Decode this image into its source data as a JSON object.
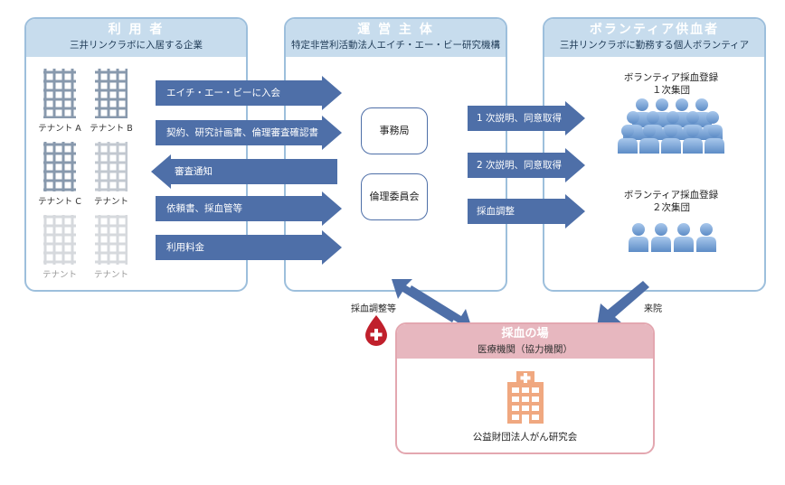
{
  "panels": {
    "users": {
      "title": "利 用 者",
      "subtitle": "三井リンクラボに入居する企業"
    },
    "operator": {
      "title": "運 営 主 体",
      "subtitle": "特定非営利活動法人エイチ・エー・ビー研究機構"
    },
    "volunteers": {
      "title": "ボランティア供血者",
      "subtitle": "三井リンクラボに勤務する個人ボランティア"
    }
  },
  "tenants": [
    "テナント A",
    "テナント B",
    "テナント C",
    "テナント",
    "テナント",
    "テナント"
  ],
  "left_arrows": [
    {
      "label": "エイチ・エー・ビーに入会",
      "direction": "right"
    },
    {
      "label": "契約、研究計画書、倫理審査確認書",
      "direction": "right"
    },
    {
      "label": "審査通知",
      "direction": "left"
    },
    {
      "label": "依頼書、採血管等",
      "direction": "right"
    },
    {
      "label": "利用料金",
      "direction": "right"
    }
  ],
  "operator_boxes": [
    "事務局",
    "倫理委員会"
  ],
  "right_arrows": [
    "1 次説明、同意取得",
    "2 次説明、同意取得",
    "採血調整"
  ],
  "volunteer_groups": [
    {
      "line1": "ボランティア採血登録",
      "line2": "１次集団"
    },
    {
      "line1": "ボランティア採血登録",
      "line2": "２次集団"
    }
  ],
  "connectors": {
    "left_label": "採血調整等",
    "right_label": "来院"
  },
  "site": {
    "title": "採血の場",
    "subtitle": "医療機関（協力機関）",
    "name": "公益財団法人がん研究会"
  },
  "colors": {
    "arrow": "#4e6fa8",
    "panel_border": "#9dbfdc",
    "panel_head": "#c7dced",
    "site_head": "#e7b7bf",
    "people": "#7aa6d6",
    "hospital": "#f0a880",
    "blood_drop": "#c0202c"
  }
}
